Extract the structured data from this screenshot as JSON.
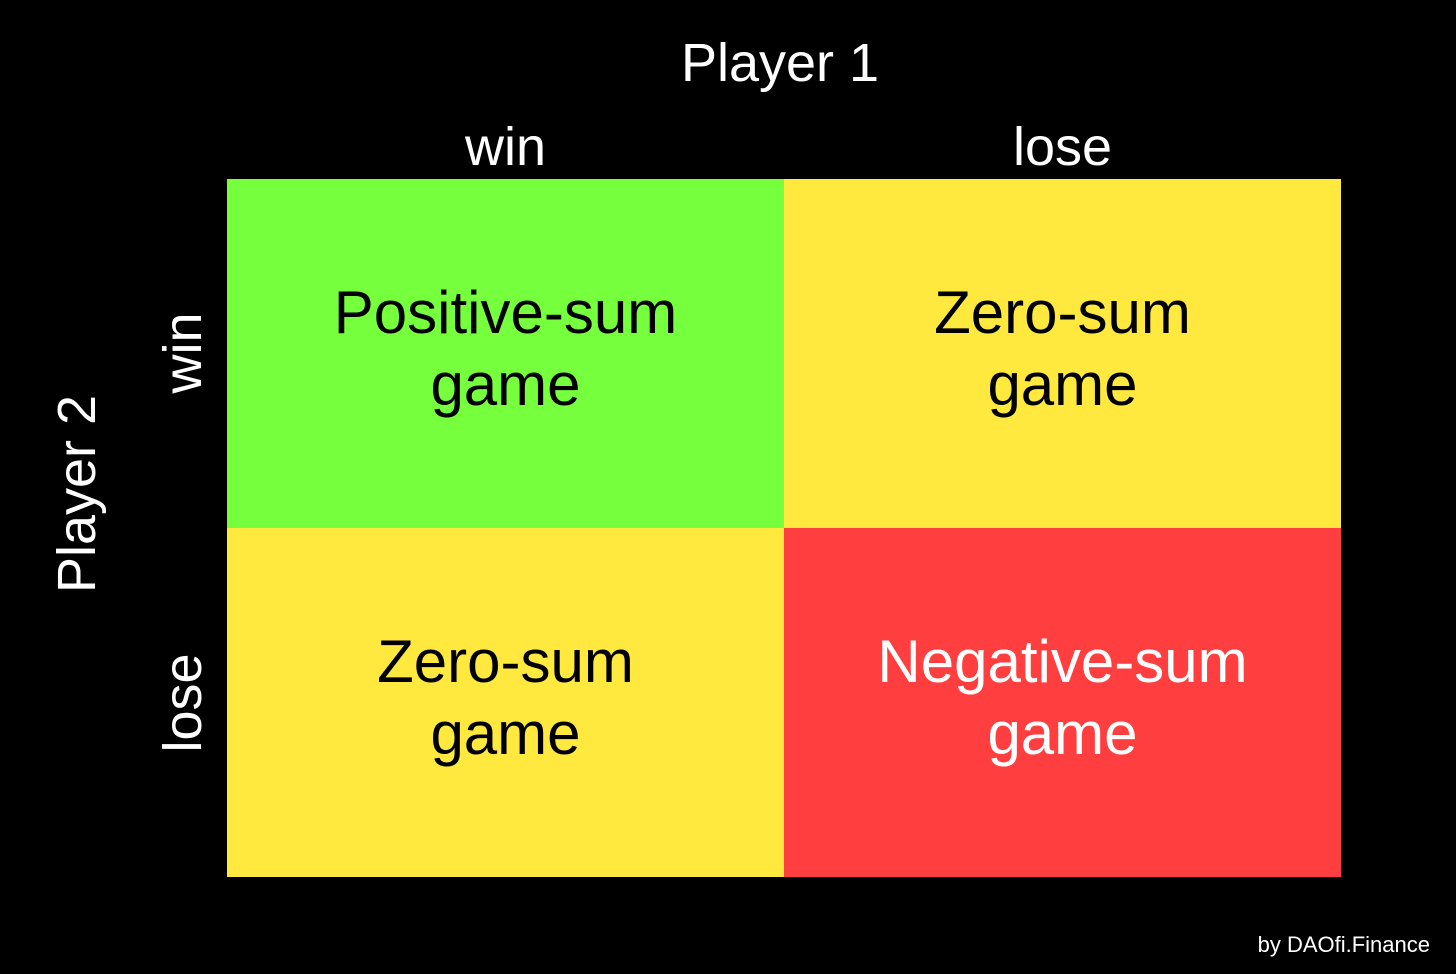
{
  "player1": {
    "title": "Player 1",
    "columns": [
      "win",
      "lose"
    ]
  },
  "player2": {
    "title": "Player 2",
    "rows": [
      "win",
      "lose"
    ]
  },
  "cells": [
    {
      "line1": "Positive-sum",
      "line2": "game",
      "bg": "#76ff3c",
      "fg": "#000000"
    },
    {
      "line1": "Zero-sum",
      "line2": "game",
      "bg": "#ffe93e",
      "fg": "#000000"
    },
    {
      "line1": "Zero-sum",
      "line2": "game",
      "bg": "#ffe93e",
      "fg": "#000000"
    },
    {
      "line1": "Negative-sum",
      "line2": "game",
      "bg": "#ff3f3f",
      "fg": "#ffffff"
    }
  ],
  "credit": "by DAOfi.Finance"
}
